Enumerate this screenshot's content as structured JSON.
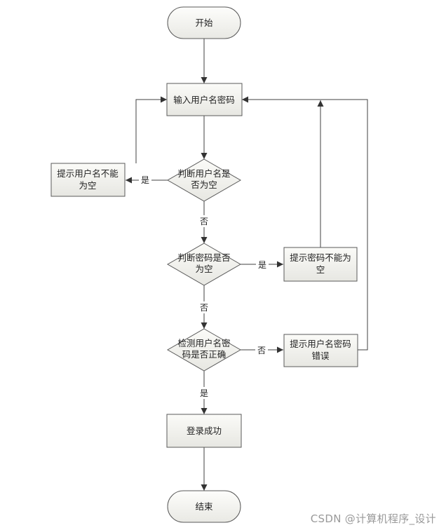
{
  "nodes": {
    "start": "开始",
    "input": "输入用户名密码",
    "check_username": [
      "判断用户名是",
      "否为空"
    ],
    "username_empty": [
      "提示用户名不能",
      "为空"
    ],
    "check_password": [
      "判断密码是否",
      "为空"
    ],
    "password_empty": [
      "提示密码不能为",
      "空"
    ],
    "verify": [
      "检测用户名密",
      "码是否正确"
    ],
    "wrong": [
      "提示用户名密码",
      "错误"
    ],
    "login_success": "登录成功",
    "end": "结束"
  },
  "edge_labels": {
    "username_yes": "是",
    "username_no": "否",
    "password_yes": "是",
    "password_no": "否",
    "verify_no": "否",
    "verify_yes": "是"
  },
  "watermark": "CSDN @计算机程序_设计"
}
